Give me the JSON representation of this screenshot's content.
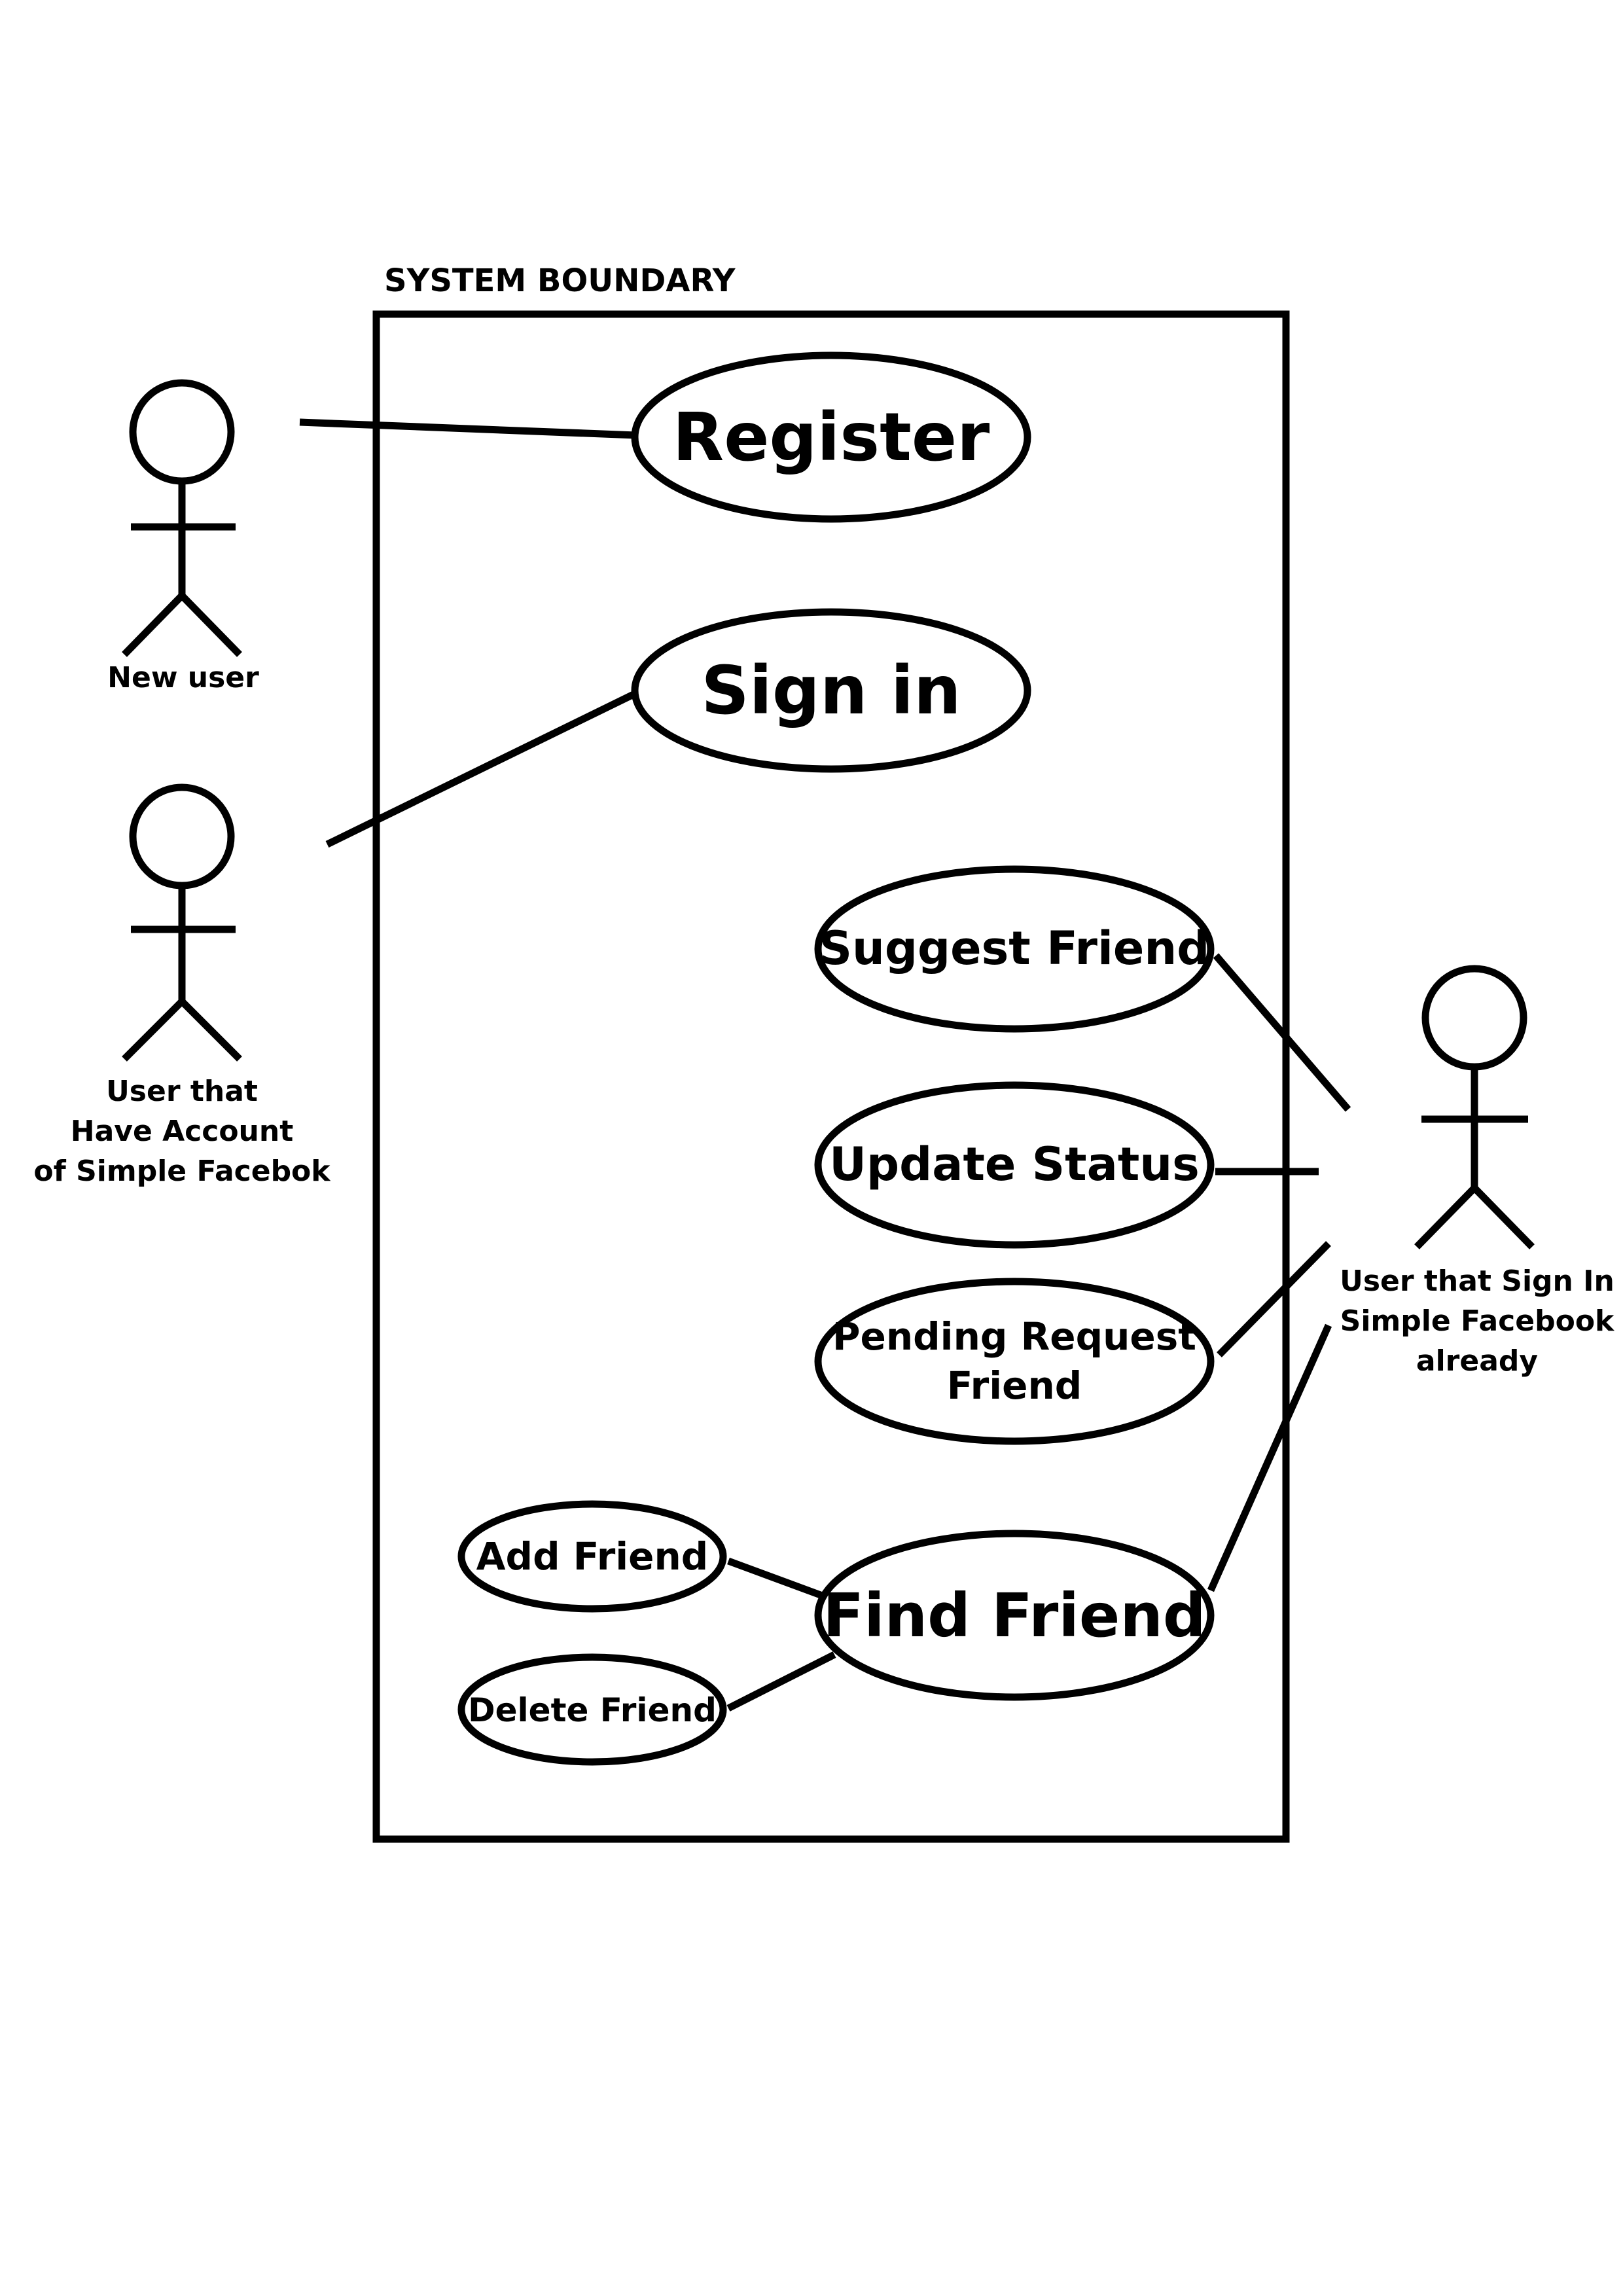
{
  "boundary": {
    "label": "SYSTEM BOUNDARY"
  },
  "actors": {
    "new_user": {
      "label": "New user"
    },
    "existing_user": {
      "label_lines": [
        "User that",
        "Have Account",
        "of Simple Facebok"
      ]
    },
    "signed_in_user": {
      "label_lines": [
        "User that Sign In",
        "Simple Facebook",
        "already"
      ]
    }
  },
  "use_cases": {
    "register": "Register",
    "sign_in": "Sign in",
    "suggest_friend": "Suggest Friend",
    "update_status": "Update Status",
    "pending_request_friend": [
      "Pending Request",
      "Friend"
    ],
    "find_friend": "Find Friend",
    "add_friend": "Add Friend",
    "delete_friend": "Delete Friend"
  },
  "colors": {
    "stroke": "#000000",
    "background": "#ffffff"
  }
}
